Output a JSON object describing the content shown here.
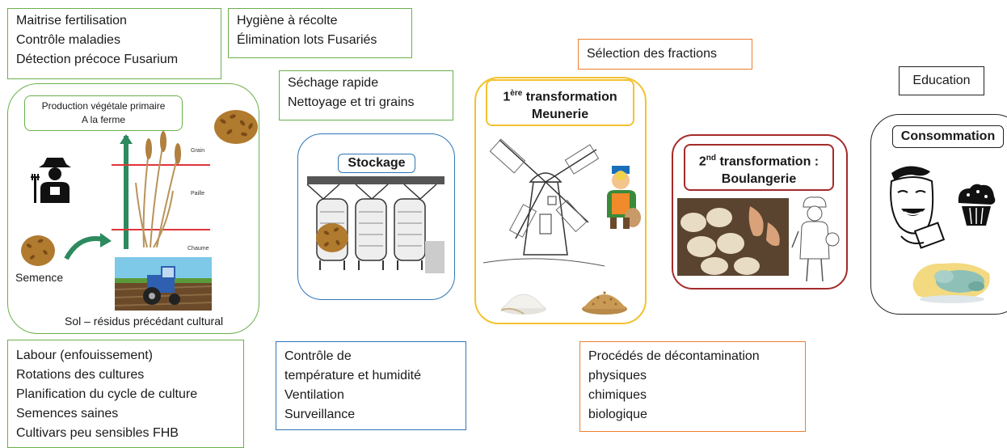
{
  "stages": {
    "farm": {
      "title_line1": "Production végétale primaire",
      "title_line2": "A la ferme",
      "label_grain": "Grain",
      "label_paille": "Paille",
      "label_chaume": "Chaume",
      "label_semence": "Semence",
      "label_sol": "Sol – résidus précédant cultural"
    },
    "stockage": {
      "title": "Stockage"
    },
    "meunerie": {
      "title_sup": "ère",
      "title_line1_num": "1",
      "title_line1_rest": " transformation",
      "title_line2": "Meunerie"
    },
    "boulangerie": {
      "title_sup": "nd",
      "title_line1_num": "2",
      "title_line1_rest": " transformation :",
      "title_line2": "Boulangerie"
    },
    "consommation": {
      "title": "Consommation"
    }
  },
  "notes": {
    "farm_top": [
      "Maitrise  fertilisation",
      "Contrôle maladies",
      "Détection précoce Fusarium"
    ],
    "harvest": [
      "Hygiène à récolte",
      "Élimination lots Fusariés"
    ],
    "drying": [
      "Séchage rapide",
      "Nettoyage et tri grains"
    ],
    "selection": [
      "Sélection des fractions"
    ],
    "education": [
      "Education"
    ],
    "farm_bottom": [
      "Labour (enfouissement)",
      "Rotations des cultures",
      "Planification du cycle de culture",
      "Semences saines",
      "Cultivars peu sensibles FHB"
    ],
    "storage_bottom": [
      "Contrôle de",
      "température  et humidité",
      "Ventilation",
      "Surveillance"
    ],
    "decontam": [
      "Procédés de décontamination",
      "physiques",
      "chimiques",
      "biologique"
    ]
  },
  "colors": {
    "green": "#6ab04c",
    "blue": "#2e75b6",
    "yellow": "#f2c230",
    "darkred": "#a52a2a",
    "orange": "#ed7d31",
    "black": "#222222"
  }
}
